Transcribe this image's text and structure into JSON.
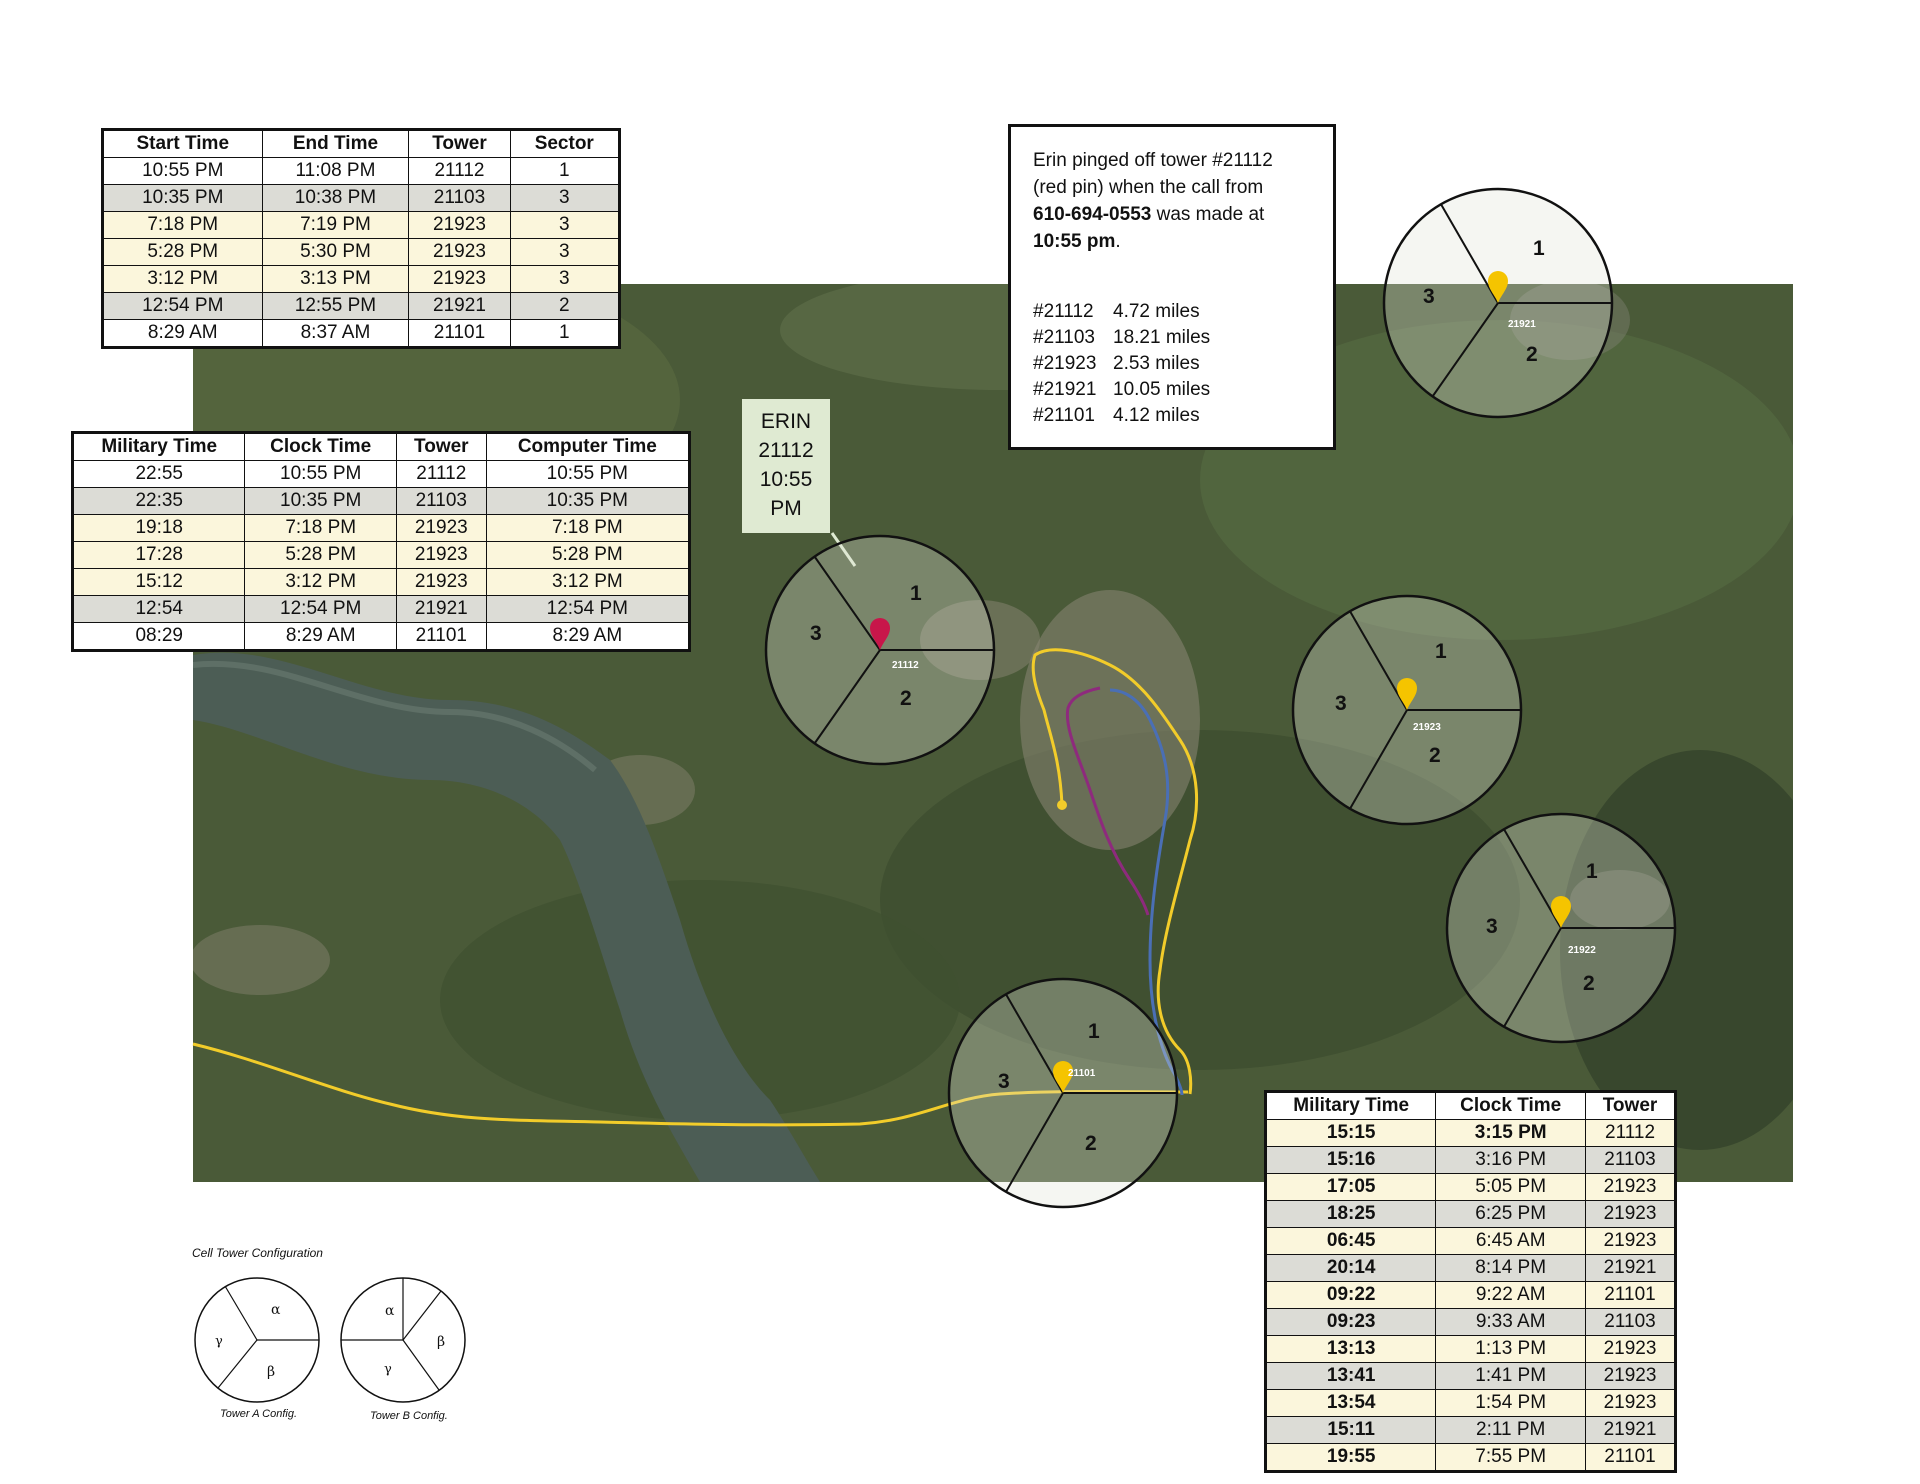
{
  "table_calls": {
    "headers": [
      "Start Time",
      "End Time",
      "Tower",
      "Sector"
    ],
    "rows": [
      [
        "10:55 PM",
        "11:08 PM",
        "21112",
        "1"
      ],
      [
        "10:35 PM",
        "10:38 PM",
        "21103",
        "3"
      ],
      [
        "7:18 PM",
        "7:19 PM",
        "21923",
        "3"
      ],
      [
        "5:28 PM",
        "5:30 PM",
        "21923",
        "3"
      ],
      [
        "3:12 PM",
        "3:13 PM",
        "21923",
        "3"
      ],
      [
        "12:54 PM",
        "12:55 PM",
        "21921",
        "2"
      ],
      [
        "8:29 AM",
        "8:37 AM",
        "21101",
        "1"
      ]
    ],
    "row_colors": [
      "white",
      "gray",
      "cream",
      "cream",
      "cream",
      "gray",
      "white"
    ]
  },
  "table_military": {
    "headers": [
      "Military Time",
      "Clock Time",
      "Tower",
      "Computer Time"
    ],
    "rows": [
      [
        "22:55",
        "10:55 PM",
        "21112",
        "10:55 PM"
      ],
      [
        "22:35",
        "10:35 PM",
        "21103",
        "10:35 PM"
      ],
      [
        "19:18",
        "7:18 PM",
        "21923",
        "7:18 PM"
      ],
      [
        "17:28",
        "5:28 PM",
        "21923",
        "5:28 PM"
      ],
      [
        "15:12",
        "3:12 PM",
        "21923",
        "3:12 PM"
      ],
      [
        "12:54",
        "12:54 PM",
        "21921",
        "12:54 PM"
      ],
      [
        "08:29",
        "8:29 AM",
        "21101",
        "8:29 AM"
      ]
    ],
    "row_colors": [
      "white",
      "gray",
      "cream",
      "cream",
      "cream",
      "gray",
      "white"
    ]
  },
  "table_log": {
    "headers": [
      "Military Time",
      "Clock Time",
      "Tower"
    ],
    "rows": [
      [
        "15:15",
        "3:15 PM",
        "21112"
      ],
      [
        "15:16",
        "3:16 PM",
        "21103"
      ],
      [
        "17:05",
        "5:05 PM",
        "21923"
      ],
      [
        "18:25",
        "6:25 PM",
        "21923"
      ],
      [
        "06:45",
        "6:45 AM",
        "21923"
      ],
      [
        "20:14",
        "8:14 PM",
        "21921"
      ],
      [
        "09:22",
        "9:22 AM",
        "21101"
      ],
      [
        "09:23",
        "9:33 AM",
        "21103"
      ],
      [
        "13:13",
        "1:13 PM",
        "21923"
      ],
      [
        "13:41",
        "1:41 PM",
        "21923"
      ],
      [
        "13:54",
        "1:54 PM",
        "21923"
      ],
      [
        "15:11",
        "2:11 PM",
        "21921"
      ],
      [
        "19:55",
        "7:55 PM",
        "21101"
      ]
    ],
    "row_colors": [
      "cream",
      "gray",
      "cream",
      "gray",
      "cream",
      "gray",
      "cream",
      "gray",
      "cream",
      "gray",
      "cream",
      "gray",
      "cream"
    ]
  },
  "info_box": {
    "line1": "Erin pinged off tower #21112",
    "line2": "(red pin) when the call from",
    "phone": "610-694-0553",
    "line3_suffix": " was made at",
    "time": "10:55 pm",
    "time_suffix": ".",
    "distances": [
      {
        "tower": "#21112",
        "miles": "4.72 miles"
      },
      {
        "tower": "#21103",
        "miles": "18.21 miles"
      },
      {
        "tower": "#21923",
        "miles": "2.53 miles"
      },
      {
        "tower": "#21921",
        "miles": "10.05 miles"
      },
      {
        "tower": "#21101",
        "miles": "4.12 miles"
      }
    ]
  },
  "erin_label": {
    "name": "ERIN",
    "tower": "21112",
    "time": "10:55",
    "ampm": "PM"
  },
  "towers": [
    {
      "id": "21112",
      "pin_color": "#c8164a",
      "sectors": [
        "1",
        "2",
        "3"
      ]
    },
    {
      "id": "21921",
      "pin_color": "#f5c400",
      "sectors": [
        "1",
        "2",
        "3"
      ]
    },
    {
      "id": "21923",
      "pin_color": "#f5c400",
      "sectors": [
        "1",
        "2",
        "3"
      ]
    },
    {
      "id": "21922",
      "pin_color": "#f5c400",
      "sectors": [
        "1",
        "2",
        "3"
      ]
    },
    {
      "id": "21101",
      "pin_color": "#f5c400",
      "sectors": [
        "1",
        "2",
        "3"
      ]
    }
  ],
  "legend": {
    "title": "Cell Tower Configuration",
    "config_a": {
      "label": "Tower A Config.",
      "alpha": "α",
      "beta": "β",
      "gamma": "γ"
    },
    "config_b": {
      "label": "Tower B Config.",
      "alpha": "α",
      "beta": "β",
      "gamma": "γ"
    }
  },
  "colors": {
    "route_yellow": "#f2cc2a",
    "route_purple": "#8e2a7d",
    "route_blue": "#4a6fb5",
    "red_pin": "#c8164a",
    "yellow_pin": "#f5c400"
  }
}
